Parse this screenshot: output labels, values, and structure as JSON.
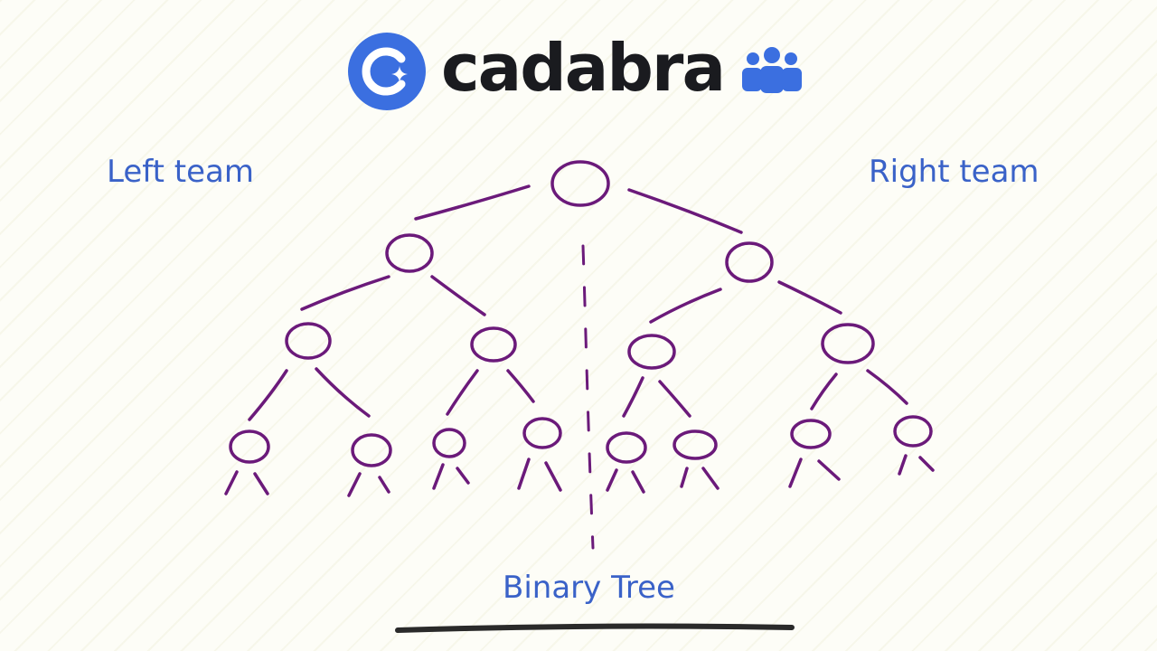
{
  "brand": {
    "name": "cadabra",
    "logo_icon": "cadabra-c-sparkle-icon",
    "team_icon": "people-group-icon",
    "accent_color": "#3b6fe0"
  },
  "diagram": {
    "left_label": "Left team",
    "right_label": "Right team",
    "caption": "Binary Tree",
    "node_color": "#6b1a7a",
    "text_color": "#3a62c8"
  }
}
